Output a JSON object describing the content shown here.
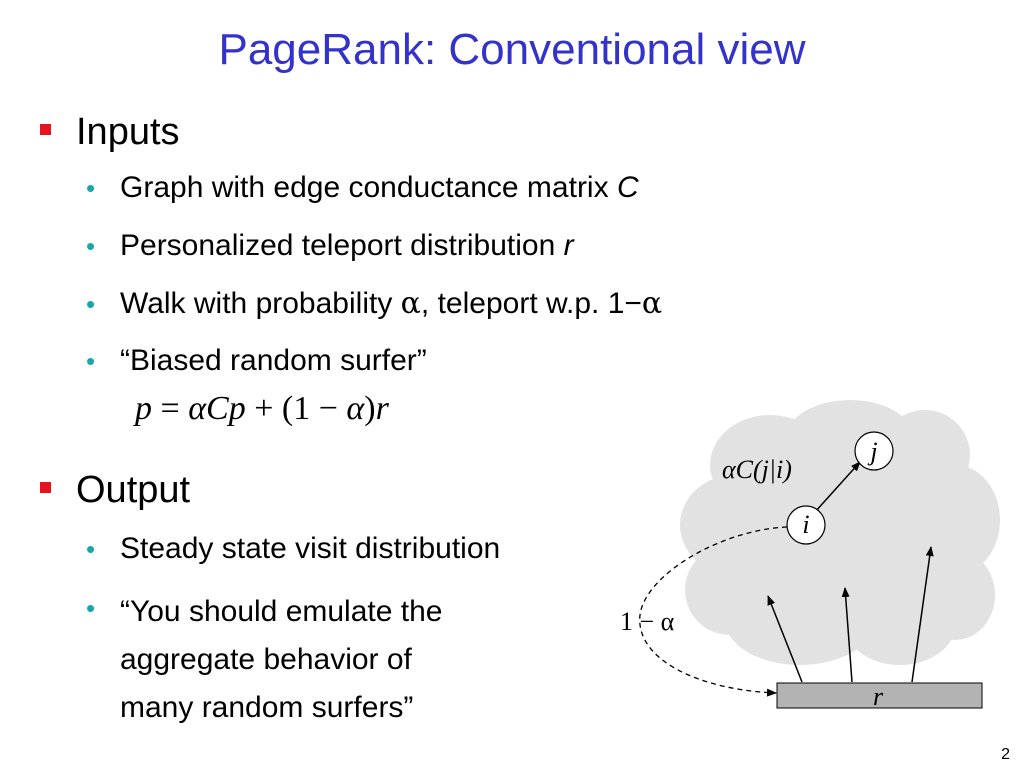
{
  "slide": {
    "title": "PageRank: Conventional view",
    "page_number": "2"
  },
  "inputs": {
    "heading": "Inputs",
    "items": [
      {
        "text": "Graph with edge conductance matrix ",
        "math": "C"
      },
      {
        "text": "Personalized teleport distribution ",
        "math": "r"
      },
      {
        "text_before": "Walk with probability ",
        "greek1": "α",
        "text_mid": ", teleport w.p. 1",
        "minus": "−",
        "greek2": "α"
      },
      {
        "text": "“Biased random surfer”"
      }
    ],
    "equation": {
      "p": "p",
      "eq": " = ",
      "alpha": "α",
      "C": "C",
      "p2": "p",
      "plus": " + (1 − ",
      "alpha2": "α",
      "close": ")",
      "r": "r"
    }
  },
  "output": {
    "heading": "Output",
    "items": [
      {
        "text": "Steady state visit distribution"
      },
      {
        "lines": [
          "“You should emulate the",
          "aggregate behavior of",
          "many random surfers”"
        ]
      }
    ]
  },
  "diagram": {
    "node_j": "j",
    "node_i": "i",
    "edge_label": "αC(j|i)",
    "teleport_label": "1 − α",
    "box_label": "r",
    "colors": {
      "cloud": "#e2e2e2",
      "box": "#b3b3b3",
      "stroke": "#000000"
    }
  }
}
